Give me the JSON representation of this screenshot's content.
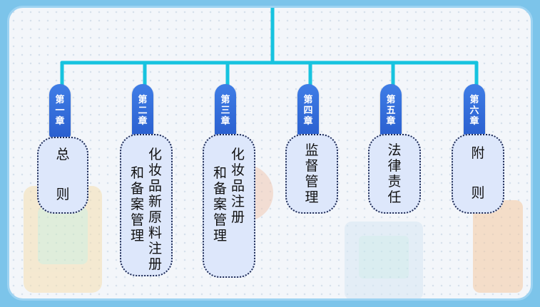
{
  "chapters": [
    {
      "tab": [
        "第",
        "一",
        "章"
      ],
      "columns": [
        [
          "总",
          "",
          "则"
        ]
      ]
    },
    {
      "tab": [
        "第",
        "二",
        "章"
      ],
      "columns": [
        [
          "化",
          "妆",
          "品",
          "新",
          "原",
          "料",
          "注",
          "册"
        ],
        [
          "和",
          "备",
          "案",
          "管",
          "理"
        ]
      ]
    },
    {
      "tab": [
        "第",
        "三",
        "章"
      ],
      "columns": [
        [
          "化",
          "妆",
          "品",
          "注",
          "册"
        ],
        [
          "和",
          "备",
          "案",
          "管",
          "理"
        ]
      ]
    },
    {
      "tab": [
        "第",
        "四",
        "章"
      ],
      "columns": [
        [
          "监",
          "督",
          "管",
          "理"
        ]
      ]
    },
    {
      "tab": [
        "第",
        "五",
        "章"
      ],
      "columns": [
        [
          "法",
          "律",
          "责",
          "任"
        ]
      ]
    },
    {
      "tab": [
        "第",
        "六",
        "章"
      ],
      "columns": [
        [
          "附",
          "",
          "则"
        ]
      ]
    }
  ],
  "colors": {
    "connector": "#17c3df",
    "tab": "#3370dc",
    "box_fill": "#dde7fb",
    "box_border": "#1d2a56",
    "frame": "#7cc4ea"
  }
}
